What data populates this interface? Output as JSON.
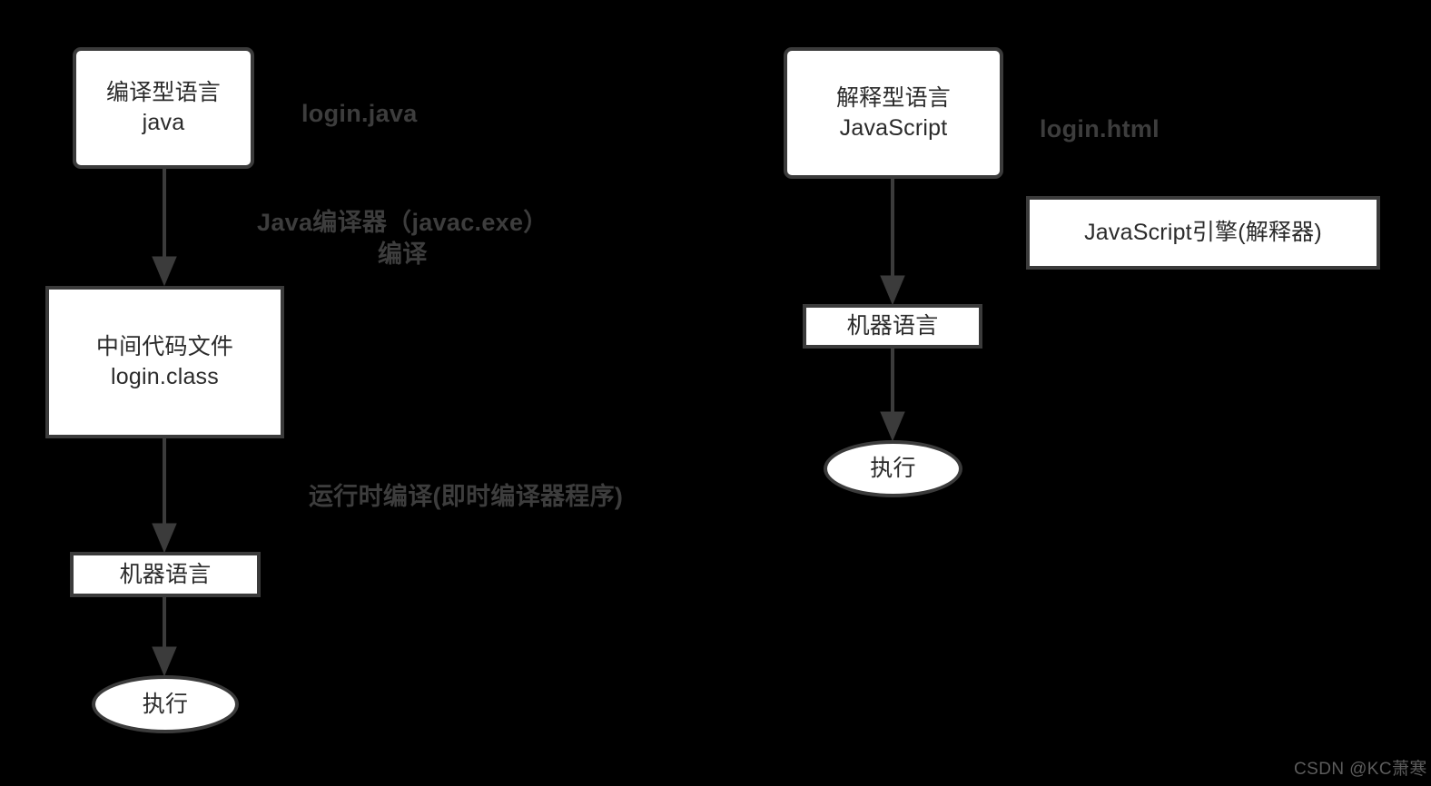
{
  "diagram": {
    "title": "编译型语言与解释型语言执行流程对比",
    "background_color": "#000000",
    "node_fill": "#ffffff",
    "node_stroke": "#3b3b3b",
    "annotation_color": "#3d3d3d",
    "watermark_color": "#5c5c5c"
  },
  "left_branch": {
    "source_node": {
      "line1": "编译型语言",
      "line2": "java"
    },
    "source_file_label": "login.java",
    "compile_annotation": {
      "line1": "Java编译器（javac.exe）",
      "line2": "编译"
    },
    "intermediate_node": {
      "line1": "中间代码文件",
      "line2": "login.class"
    },
    "runtime_annotation": "运行时编译(即时编译器程序)",
    "machine_node": "机器语言",
    "execute_node": "执行"
  },
  "right_branch": {
    "source_node": {
      "line1": "解释型语言",
      "line2": "JavaScript"
    },
    "source_file_label": "login.html",
    "engine_node": "JavaScript引擎(解释器)",
    "machine_node": "机器语言",
    "execute_node": "执行"
  },
  "watermark": "CSDN @KC萧寒"
}
